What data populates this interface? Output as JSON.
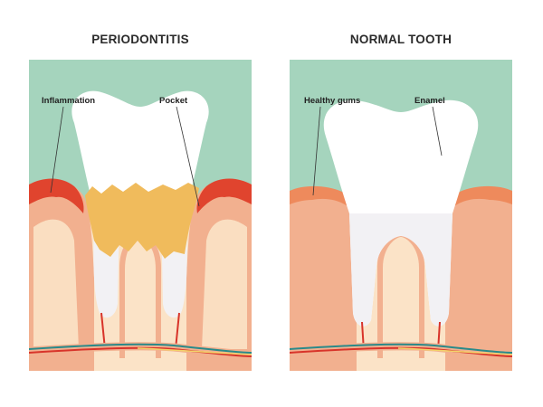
{
  "panels": [
    {
      "title": "PERIODONTITIS",
      "labels": [
        {
          "text": "Inflammation"
        },
        {
          "text": "Pocket"
        }
      ],
      "gum_color": "#e0442e",
      "has_plaque": true
    },
    {
      "title": "NORMAL TOOTH",
      "labels": [
        {
          "text": "Healthy gums"
        },
        {
          "text": "Enamel"
        }
      ],
      "gum_color": "#ee8a5c",
      "has_plaque": false
    }
  ],
  "colors": {
    "background_mint": "#a5d4bd",
    "bone": "#fbe3c7",
    "bone_spots": "#f3d3ac",
    "gum_tissue": "#f2b08f",
    "tooth": "#ffffff",
    "tooth_root": "#f2f1f4",
    "plaque": "#f0bb5c",
    "nerve_teal": "#2a8a8a",
    "nerve_red": "#d8342a",
    "nerve_yellow": "#f4d36a"
  }
}
